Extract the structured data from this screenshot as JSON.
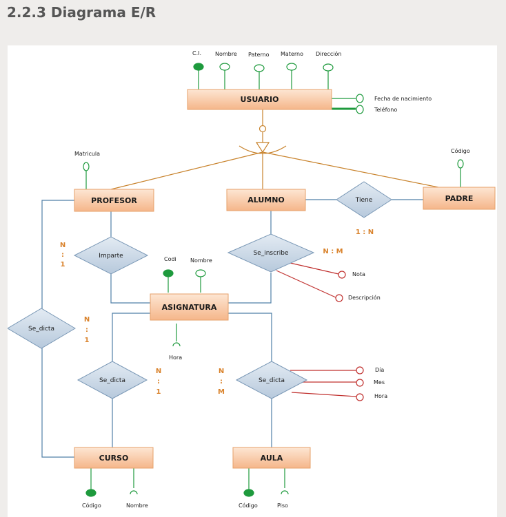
{
  "heading": "2.2.3 Diagrama E/R",
  "entities": {
    "usuario": "USUARIO",
    "profesor": "PROFESOR",
    "alumno": "ALUMNO",
    "padre": "PADRE",
    "asignatura": "ASIGNATURA",
    "curso": "CURSO",
    "aula": "AULA"
  },
  "relationships": {
    "tiene": "Tiene",
    "imparte": "Imparte",
    "se_inscribe": "Se_inscribe",
    "se_dicta_left": "Se_dicta",
    "se_dicta_curso": "Se_dicta",
    "se_dicta_aula": "Se_dicta"
  },
  "attributes": {
    "usuario_ci": "C.I.",
    "usuario_nombre": "Nombre",
    "usuario_paterno": "Paterno",
    "usuario_materno": "Materno",
    "usuario_direccion": "Dirección",
    "usuario_fecha": "Fecha de nacimiento",
    "usuario_telefono": "Teléfono",
    "profesor_matricula": "Matricula",
    "padre_codigo": "Código",
    "inscribe_nota": "Nota",
    "inscribe_descripcion": "Descripción",
    "asignatura_codi": "Codi",
    "asignatura_nombre": "Nombre",
    "asignatura_hora": "Hora",
    "aula_dicta_dia": "Día",
    "aula_dicta_mes": "Mes",
    "aula_dicta_hora": "Hora",
    "curso_codigo": "Código",
    "curso_nombre": "Nombre",
    "aula_codigo": "Código",
    "aula_piso": "Piso"
  },
  "cardinalities": {
    "tiene": "1 : N",
    "se_inscribe": "N : M",
    "imparte_n": "N",
    "imparte_colon": ":",
    "imparte_1": "1",
    "left_n": "N",
    "left_colon": ":",
    "left_1": "1",
    "curso_n": "N",
    "curso_colon": ":",
    "curso_1": "1",
    "aula_n": "N",
    "aula_colon": ":",
    "aula_m": "M"
  },
  "colors": {
    "entity_fill_top": "#fde6d3",
    "entity_fill_bottom": "#f5b68a",
    "relationship_fill": "#cfdbe8",
    "connector_blue": "#4f7fa6",
    "connector_orange": "#c8822b",
    "attr_green": "#1e9a3d",
    "attr_red": "#c0302e",
    "cardinality": "#d9822b"
  }
}
